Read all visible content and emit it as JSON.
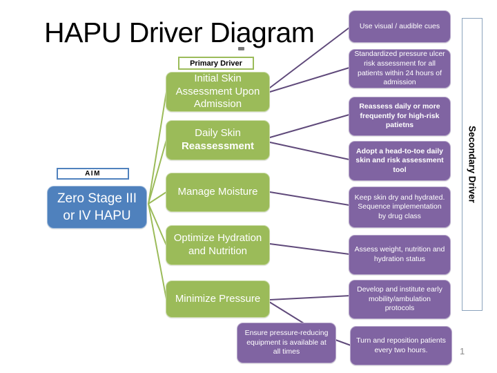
{
  "theme": {
    "green": "#9bbb59",
    "blue": "#4f81bd",
    "purple": "#8064a2",
    "line_green": "#9bbb59",
    "line_purple": "#5f497a",
    "frame_border": "#8aa2bc",
    "title_color": "#000000",
    "page_number_color": "#8a8a8a"
  },
  "slide": {
    "title": "HAPU Driver Diagram",
    "page_number": "1"
  },
  "aim": {
    "label": "AIM",
    "goal": "Zero Stage III or IV HAPU"
  },
  "primary": {
    "label": "Primary Driver",
    "drivers": [
      {
        "text": "Initial Skin Assessment Upon Admission",
        "bold_text": ""
      },
      {
        "text": "Daily Skin",
        "bold_text": "Reassessment"
      },
      {
        "text": "Manage Moisture",
        "bold_text": ""
      },
      {
        "text": "Optimize Hydration and Nutrition",
        "bold_text": ""
      },
      {
        "text": "Minimize Pressure",
        "bold_text": ""
      }
    ]
  },
  "secondary": {
    "label": "Secondary Driver",
    "drivers": [
      {
        "text": "Use visual / audible cues",
        "bold": false
      },
      {
        "text": "Standardized pressure ulcer risk assessment for all patients within 24 hours of admission",
        "bold": false
      },
      {
        "text": "Reassess daily or more frequently for high-risk patietns",
        "bold": true
      },
      {
        "text": "Adopt a head-to-toe daily skin and risk assessment tool",
        "bold": true
      },
      {
        "text": "Keep skin dry and hydrated. Sequence implementation by drug class",
        "bold": false
      },
      {
        "text": "Assess weight, nutrition and hydration status",
        "bold": false
      },
      {
        "text": "Develop and institute early mobility/ambulation protocols",
        "bold": false
      },
      {
        "text": "Ensure pressure-reducing equipment is available at all times",
        "bold": false
      },
      {
        "text": "Turn and reposition patients every two hours.",
        "bold": false
      }
    ]
  },
  "connectors": {
    "groups": [
      {
        "name": "aim-to-primary",
        "color_key": "line_green",
        "width": 2,
        "lines": [
          [
            215,
            295,
            241,
            133
          ],
          [
            215,
            295,
            241,
            203
          ],
          [
            215,
            295,
            241,
            278
          ],
          [
            215,
            295,
            241,
            355
          ],
          [
            215,
            295,
            241,
            433
          ]
        ]
      },
      {
        "name": "primary-to-secondary",
        "color_key": "line_purple",
        "width": 2,
        "lines": [
          [
            391,
            127,
            506,
            40
          ],
          [
            391,
            133,
            506,
            98
          ],
          [
            391,
            199,
            506,
            166
          ],
          [
            391,
            206,
            506,
            231
          ],
          [
            391,
            278,
            506,
            297
          ],
          [
            391,
            353,
            506,
            368
          ],
          [
            391,
            434,
            508,
            428
          ],
          [
            390,
            437,
            440,
            468
          ],
          [
            486,
            492,
            508,
            500
          ]
        ]
      }
    ]
  }
}
